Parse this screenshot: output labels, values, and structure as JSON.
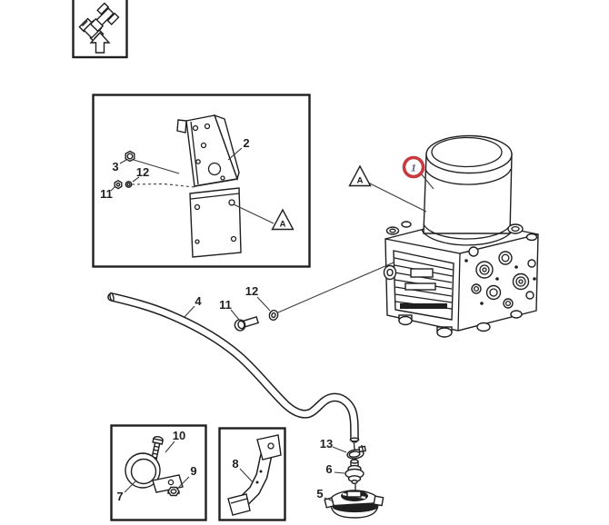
{
  "diagram": {
    "kind": "exploded-parts-diagram",
    "subject": "air dryer assembly with mounting brackets, hose, clamps and fittings",
    "background": "#ffffff",
    "line_color": "#1f1f1f",
    "highlight": {
      "ring_color": "#c73a40",
      "digit_color": "#4a5a80"
    },
    "orientation_icon": "tractor-top-view-with-up-arrow",
    "parts": [
      {
        "label": "1",
        "highlighted": true
      },
      {
        "label": "2",
        "highlighted": false
      },
      {
        "label": "3",
        "highlighted": false
      },
      {
        "label": "4",
        "highlighted": false
      },
      {
        "label": "5",
        "highlighted": false
      },
      {
        "label": "6",
        "highlighted": false
      },
      {
        "label": "7",
        "highlighted": false
      },
      {
        "label": "8",
        "highlighted": false
      },
      {
        "label": "9",
        "highlighted": false
      },
      {
        "label": "10",
        "highlighted": false
      },
      {
        "label": "11",
        "highlighted": false
      },
      {
        "label": "12",
        "highlighted": false
      },
      {
        "label": "13",
        "highlighted": false
      }
    ],
    "view_markers": [
      {
        "label": "A",
        "location": "bracket-detail-box"
      },
      {
        "label": "A",
        "location": "main-assembly"
      }
    ]
  }
}
